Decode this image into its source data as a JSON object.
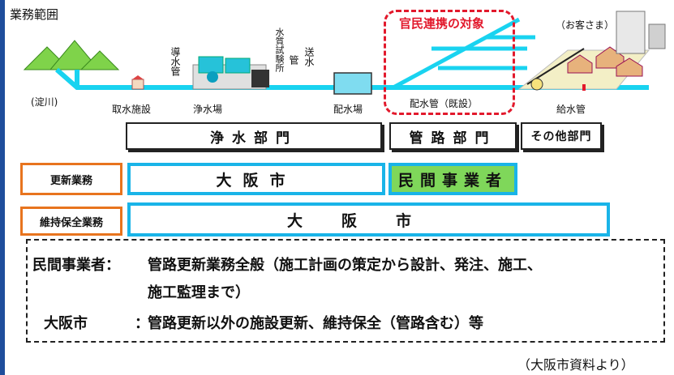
{
  "diagram": {
    "scope_title": "業務範囲",
    "labels": {
      "river": "(淀川)",
      "intake": "取水施設",
      "treatment_plant": "浄水場",
      "distribution_plant": "配水場",
      "distribution_pipe": "配水管（既設）",
      "service_pipe": "給水管",
      "customer": "（お客さま）",
      "pt_target": "官民連携の対象",
      "conduit": "導水管",
      "water_lab": "水質試験所",
      "transmission": "送水",
      "pipe": "管"
    },
    "headers": {
      "water_purification": "浄水部門",
      "pipeline": "管路部門",
      "other": "その他部門"
    },
    "rows": {
      "renewal": "更新業務",
      "maintenance": "維持保全業務"
    },
    "cells": {
      "osaka_city_1": "大阪市",
      "private_operator": "民間事業者",
      "osaka_city_2": "大阪市"
    },
    "notes": {
      "line1_label": "民間事業者：",
      "line1_text": "管路更新業務全般（施工計画の策定から設計、発注、施工、",
      "line2_text": "施工監理まで）",
      "line3_label": "大阪市",
      "line3_sep": "：",
      "line3_text": "管路更新以外の施設更新、維持保全（管路含む）等"
    },
    "source": "（大阪市資料より）"
  }
}
